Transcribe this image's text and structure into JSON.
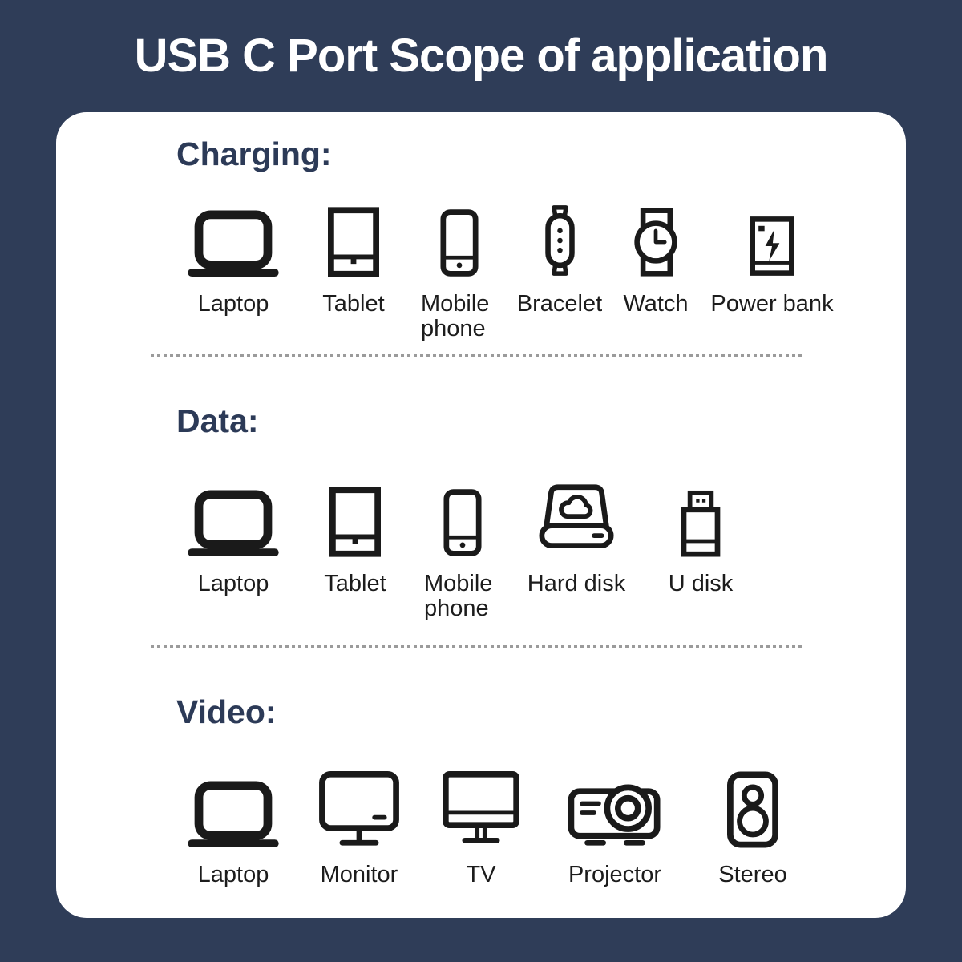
{
  "title": "USB C Port Scope of application",
  "colors": {
    "background": "#2F3D58",
    "card": "#FFFFFF",
    "heading": "#2C3A57",
    "label": "#1C1C1C",
    "icon": "#1A1A1A",
    "divider": "#9B9B9B"
  },
  "sections": [
    {
      "heading": "Charging:",
      "items": [
        {
          "icon": "laptop-icon",
          "label": "Laptop"
        },
        {
          "icon": "tablet-icon",
          "label": "Tablet"
        },
        {
          "icon": "mobile-phone-icon",
          "label": "Mobile phone"
        },
        {
          "icon": "bracelet-icon",
          "label": "Bracelet"
        },
        {
          "icon": "watch-icon",
          "label": "Watch"
        },
        {
          "icon": "power-bank-icon",
          "label": "Power bank"
        }
      ]
    },
    {
      "heading": "Data:",
      "items": [
        {
          "icon": "laptop-icon",
          "label": "Laptop"
        },
        {
          "icon": "tablet-icon",
          "label": "Tablet"
        },
        {
          "icon": "mobile-phone-icon",
          "label": "Mobile phone"
        },
        {
          "icon": "hard-disk-icon",
          "label": "Hard disk"
        },
        {
          "icon": "u-disk-icon",
          "label": "U disk"
        }
      ]
    },
    {
      "heading": "Video:",
      "items": [
        {
          "icon": "laptop-icon",
          "label": "Laptop"
        },
        {
          "icon": "monitor-icon",
          "label": "Monitor"
        },
        {
          "icon": "tv-icon",
          "label": "TV"
        },
        {
          "icon": "projector-icon",
          "label": "Projector"
        },
        {
          "icon": "stereo-icon",
          "label": "Stereo"
        }
      ]
    }
  ]
}
